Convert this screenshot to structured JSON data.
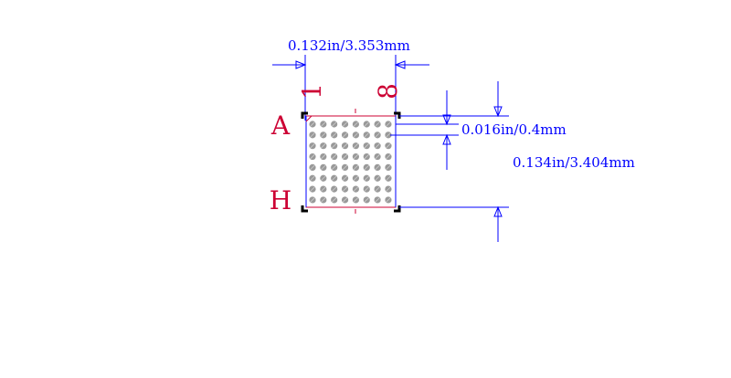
{
  "dimensions": {
    "width_label": "0.132in/3.353mm",
    "pitch_label": "0.016in/0.4mm",
    "height_label": "0.134in/3.404mm"
  },
  "pin_labels": {
    "column_first": "1",
    "column_last": "8",
    "row_first": "A",
    "row_last": "H"
  },
  "ball_grid": {
    "rows": 8,
    "columns": 8
  },
  "colors": {
    "dimension_lines": "#0000ff",
    "dimension_text": "#0000ff",
    "pin_labels": "#cc0033",
    "package_outline": "#cc0033",
    "body_outline": "#0000ff",
    "corner_marks": "#000000",
    "balls": "#999999"
  }
}
